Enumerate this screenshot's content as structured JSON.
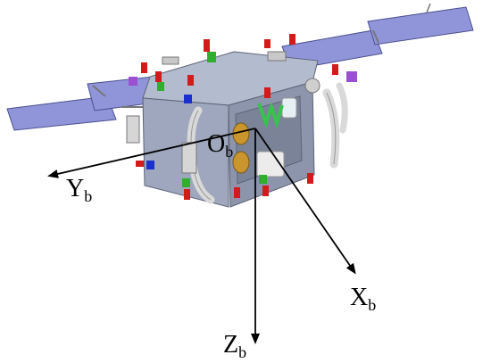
{
  "colors": {
    "panel_fill": "#8f95d8",
    "panel_edge": "#4a4f8f",
    "body_fill": "#9ea7bd",
    "body_shade": "#7f889e",
    "body_dark": "#6d768c",
    "pipe": "#d9d9d9",
    "thruster_red": "#d31b1b",
    "thruster_green": "#2fae2f",
    "thruster_purple": "#9b4fd1",
    "thruster_blue": "#1b2fcf",
    "tank_gold": "#c9952c",
    "green_bracket": "#38c24e",
    "axis": "#000000"
  },
  "axes": {
    "origin": {
      "main": "O",
      "sub": "b"
    },
    "y": {
      "main": "Y",
      "sub": "b"
    },
    "x": {
      "main": "X",
      "sub": "b"
    },
    "z": {
      "main": "Z",
      "sub": "b"
    }
  },
  "icons": {
    "satellite": "satellite-illustration",
    "arrow": "arrowhead"
  }
}
